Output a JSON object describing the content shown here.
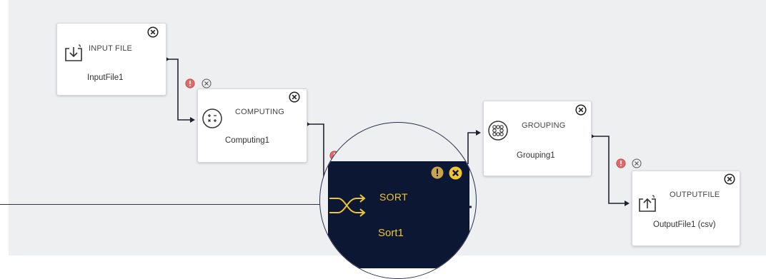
{
  "colors": {
    "canvas_bg": "#eeeff1",
    "node_bg": "#ffffff",
    "wire": "#1f2330",
    "error_badge": "#e06a6a",
    "highlight_bg": "#0c1733",
    "highlight_accent": "#f0c531"
  },
  "nodes": {
    "input_file": {
      "type_label": "INPUT FILE",
      "name": "InputFile1",
      "icon": "import-icon"
    },
    "computing": {
      "type_label": "COMPUTING",
      "name": "Computing1",
      "icon": "calculator-icon"
    },
    "sort": {
      "type_label": "SORT",
      "name": "Sort1",
      "icon": "shuffle-icon"
    },
    "grouping": {
      "type_label": "GROUPING",
      "name": "Grouping1",
      "icon": "group-grid-icon"
    },
    "output_file": {
      "type_label": "OUTPUTFILE",
      "name": "OutputFile1 (csv)",
      "icon": "export-icon"
    }
  }
}
